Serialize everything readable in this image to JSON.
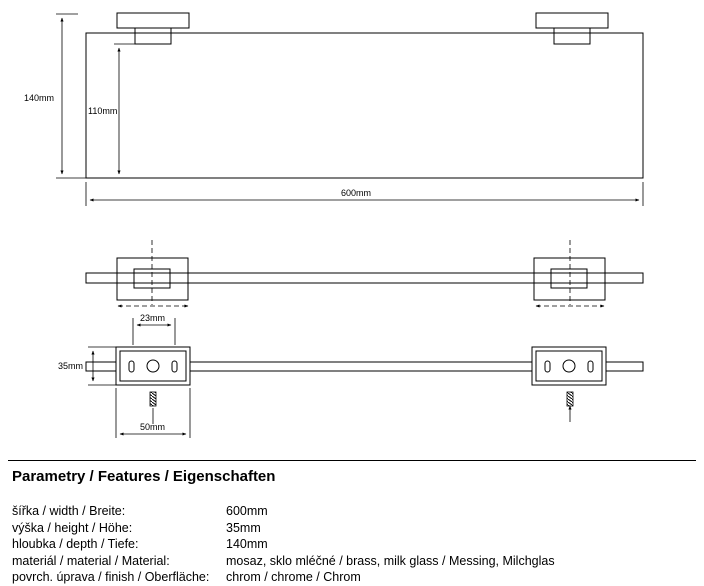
{
  "dimensions": {
    "depth_label": "140mm",
    "height_label": "110mm",
    "width_label": "600mm",
    "bracket_hole_label": "23mm",
    "bar_height_label": "35mm",
    "bracket_width_label": "50mm"
  },
  "features": {
    "heading": "Parametry / Features / Eigenschaften",
    "rows": [
      {
        "label": "šířka / width / Breite:",
        "value": "600mm"
      },
      {
        "label": "výška / height / Höhe:",
        "value": "35mm"
      },
      {
        "label": "hloubka / depth / Tiefe:",
        "value": "140mm"
      },
      {
        "label": "materiál / material / Material:",
        "value": "mosaz, sklo mléčné / brass, milk glass / Messing, Milchglas"
      },
      {
        "label": "povrch. úprava / finish / Oberfläche:",
        "value": "chrom / chrome / Chrom"
      }
    ]
  }
}
